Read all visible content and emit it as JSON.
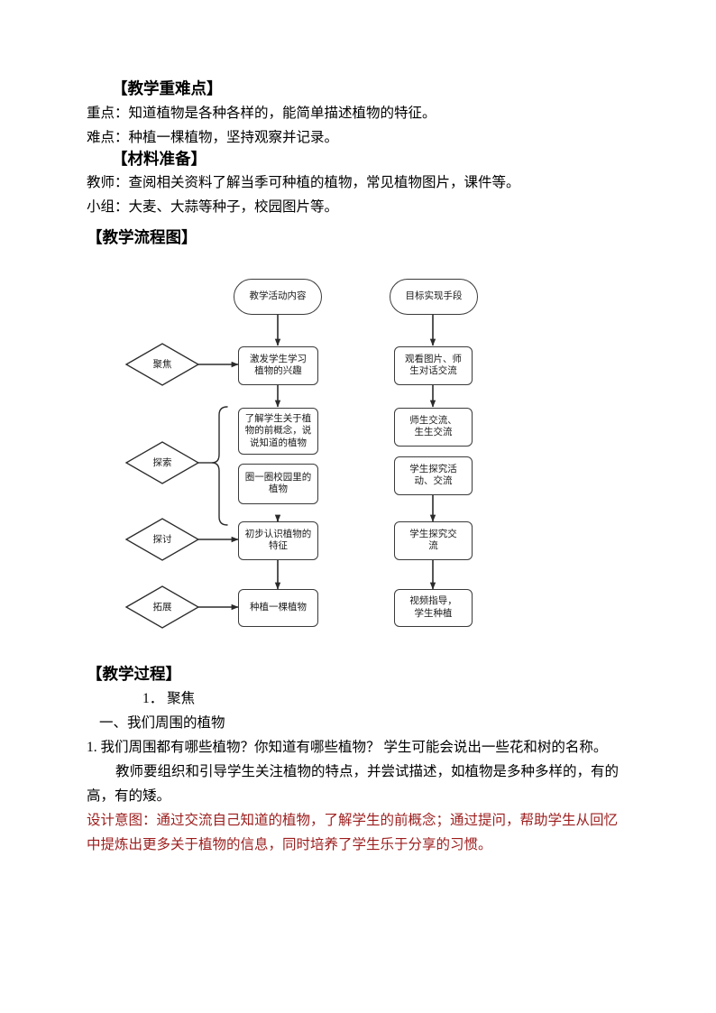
{
  "document": {
    "sections": [
      {
        "id": "key-points",
        "heading": "【教学重难点】",
        "lines": [
          "重点：知道植物是各种各样的，能简单描述植物的特征。",
          "难点：种植一棵植物，坚持观察并记录。"
        ]
      },
      {
        "id": "materials",
        "heading": "【材料准备】",
        "lines": [
          "教师：查阅相关资料了解当季可种植的植物，常见植物图片，课件等。",
          "小组：大麦、大蒜等种子，校园图片等。"
        ]
      },
      {
        "id": "flowchart",
        "heading": "【教学流程图】"
      },
      {
        "id": "process",
        "heading": "【教学过程】",
        "numbered_item": "1． 聚焦",
        "subheading": "一、我们周围的植物",
        "paragraphs": [
          "1. 我们周围都有哪些植物？你知道有哪些植物？ 学生可能会说出一些花和树的名称。",
          "教师要组织和引导学生关注植物的特点，并尝试描述，如植物是多种多样的，有的高，有的矮。",
          "设计意图：通过交流自己知道的植物，了解学生的前概念；通过提问，帮助学生从回忆中提炼出更多关于植物的信息，同时培养了学生乐于分享的习惯。"
        ]
      }
    ]
  },
  "chart_data": {
    "type": "diagram",
    "title": "教学流程图",
    "columns": [
      {
        "header": "教学活动内容"
      },
      {
        "header": "目标实现手段"
      }
    ],
    "stages": [
      {
        "label": "聚焦"
      },
      {
        "label": "探索"
      },
      {
        "label": "探讨"
      },
      {
        "label": "拓展"
      }
    ],
    "activity_nodes": [
      "激发学生学习\n植物的兴趣",
      "了解学生关于植\n物的前概念，说\n说知道的植物",
      "圈一圈校园里的\n植物",
      "初步认识植物的\n特征",
      "种植一棵植物"
    ],
    "method_nodes": [
      "观看图片、师\n生对话交流",
      "师生交流、\n生生交流",
      "学生探究活\n动、交流",
      "学生探究交\n流",
      "视频指导，\n学生种植"
    ],
    "colors": {
      "node_border": "#3a3a3a",
      "arrow": "#2b2b2b",
      "text": "#1a1a1a",
      "accent_red": "#9c1c1c"
    }
  }
}
